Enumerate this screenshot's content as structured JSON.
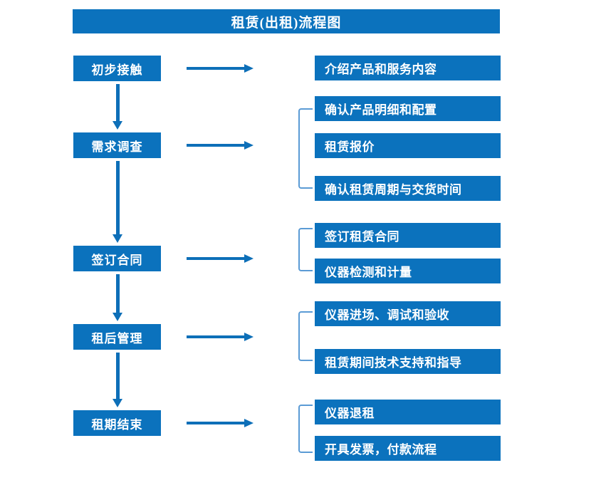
{
  "title": "租赁(出租)流程图",
  "colors": {
    "box_blue": "#0B72BD",
    "arrow_blue": "#0D6FB8",
    "bracket_blue": "#5B9BD5",
    "text_white": "#FFFFFF",
    "background": "#FFFFFF"
  },
  "stages": [
    {
      "label": "初步接触"
    },
    {
      "label": "需求调查"
    },
    {
      "label": "签订合同"
    },
    {
      "label": "租后管理"
    },
    {
      "label": "租期结束"
    }
  ],
  "details": [
    {
      "label": "介绍产品和服务内容"
    },
    {
      "label": "确认产品明细和配置"
    },
    {
      "label": "租赁报价"
    },
    {
      "label": "确认租赁周期与交货时间"
    },
    {
      "label": "签订租赁合同"
    },
    {
      "label": "仪器检测和计量"
    },
    {
      "label": "仪器进场、调试和验收"
    },
    {
      "label": "租赁期间技术支持和指导"
    },
    {
      "label": "仪器退租"
    },
    {
      "label": "开具发票，付款流程"
    }
  ],
  "groups": [
    {
      "stage": "初步接触",
      "items": [
        "介绍产品和服务内容"
      ],
      "bracketed": false
    },
    {
      "stage": "需求调查",
      "items": [
        "确认产品明细和配置",
        "租赁报价",
        "确认租赁周期与交货时间"
      ],
      "bracketed": true
    },
    {
      "stage": "签订合同",
      "items": [
        "签订租赁合同",
        "仪器检测和计量"
      ],
      "bracketed": true
    },
    {
      "stage": "租后管理",
      "items": [
        "仪器进场、调试和验收",
        "租赁期间技术支持和指导"
      ],
      "bracketed": true
    },
    {
      "stage": "租期结束",
      "items": [
        "仪器退租",
        "开具发票，付款流程"
      ],
      "bracketed": true
    }
  ],
  "flow": [
    {
      "from": "初步接触",
      "to": "需求调查"
    },
    {
      "from": "需求调查",
      "to": "签订合同"
    },
    {
      "from": "签订合同",
      "to": "租后管理"
    },
    {
      "from": "租后管理",
      "to": "租期结束"
    }
  ]
}
